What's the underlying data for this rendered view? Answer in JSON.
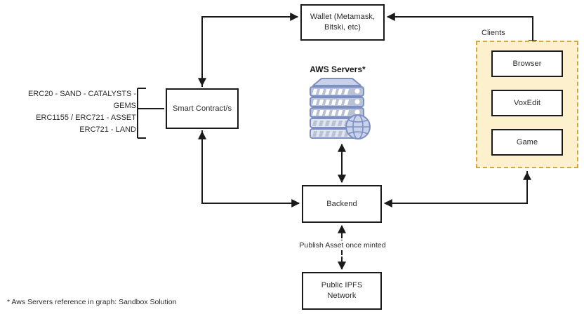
{
  "diagram": {
    "title": "Sandbox Solution Architecture",
    "background": "#ffffff",
    "line_color": "#1a1a1a",
    "clients_panel_fill": "#fcf0cd",
    "clients_panel_border": "#d6a93c",
    "server_icon_color": "#7b8fc4"
  },
  "nodes": {
    "wallet": {
      "label_line1": "Wallet (Metamask,",
      "label_line2": "Bitski, etc)"
    },
    "smart_contract": {
      "label": "Smart Contract/s"
    },
    "backend": {
      "label": "Backend"
    },
    "ipfs": {
      "label_line1": "Public IPFS",
      "label_line2": "Network"
    },
    "aws": {
      "title": "AWS Servers*"
    }
  },
  "clients": {
    "group_label": "Clients",
    "items": [
      {
        "label": "Browser"
      },
      {
        "label": "VoxEdit"
      },
      {
        "label": "Game"
      }
    ]
  },
  "token_standards": {
    "lines": [
      "ERC20 - SAND - CATALYSTS - GEMS",
      "ERC1155 / ERC721 - ASSET",
      "ERC721 - LAND"
    ]
  },
  "edges": {
    "backend_to_ipfs_label": "Publish Asset once minted"
  },
  "footnote": {
    "text": "* Aws Servers reference in graph: Sandbox Solution"
  }
}
